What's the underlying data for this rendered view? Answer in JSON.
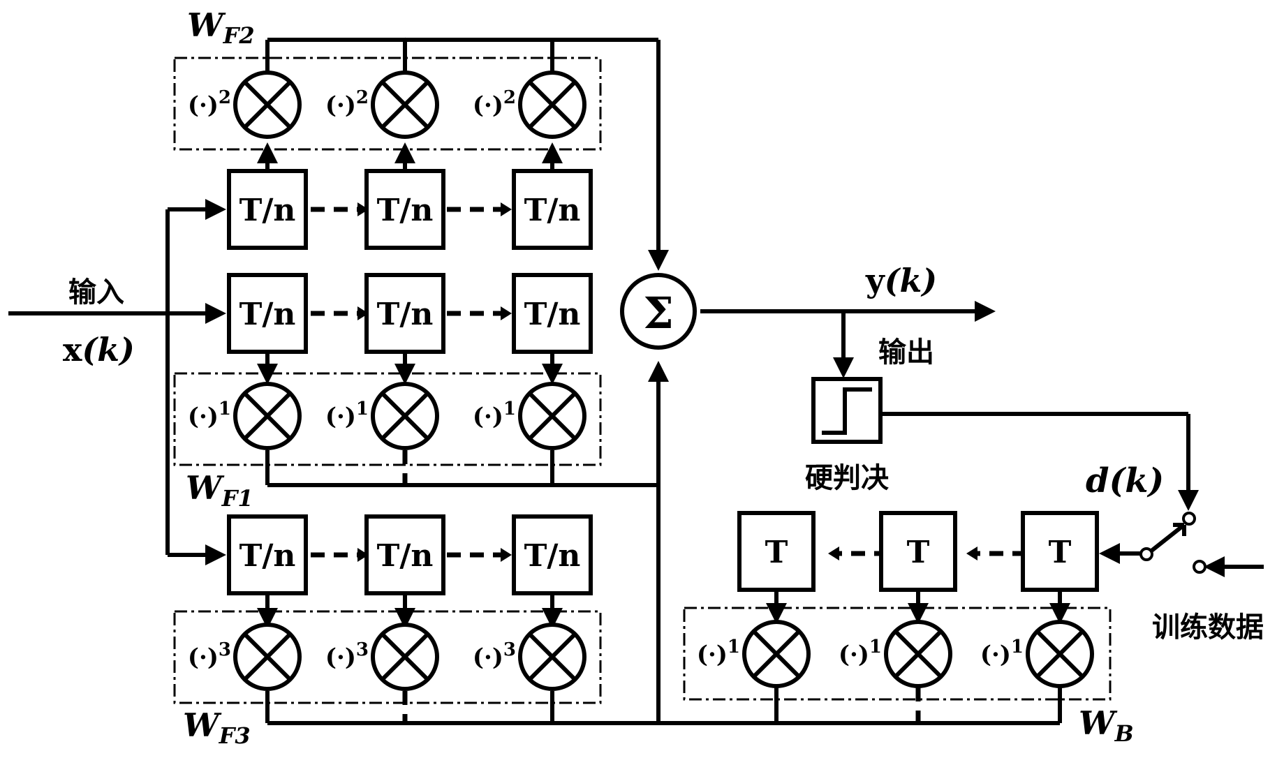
{
  "labels": {
    "input_cn": "输入",
    "input_x": "x",
    "input_k": "(k)",
    "output_y": "y",
    "output_k": "(k)",
    "output_cn": "输出",
    "decision_cn": "硬判决",
    "d_sym": "d",
    "d_k": "(k)",
    "training_cn": "训练数据",
    "sigma": "Σ"
  },
  "delay_labels": {
    "fractional": "T/n",
    "symbol": "T"
  },
  "power_labels": {
    "base": "(·)",
    "p1": "1",
    "p2": "2",
    "p3": "3"
  },
  "weight_labels": {
    "wf2": {
      "w": "W",
      "sub": "F2"
    },
    "wf1": {
      "w": "W",
      "sub": "F1"
    },
    "wf3": {
      "w": "W",
      "sub": "F3"
    },
    "wb": {
      "w": "W",
      "sub": "B"
    }
  }
}
